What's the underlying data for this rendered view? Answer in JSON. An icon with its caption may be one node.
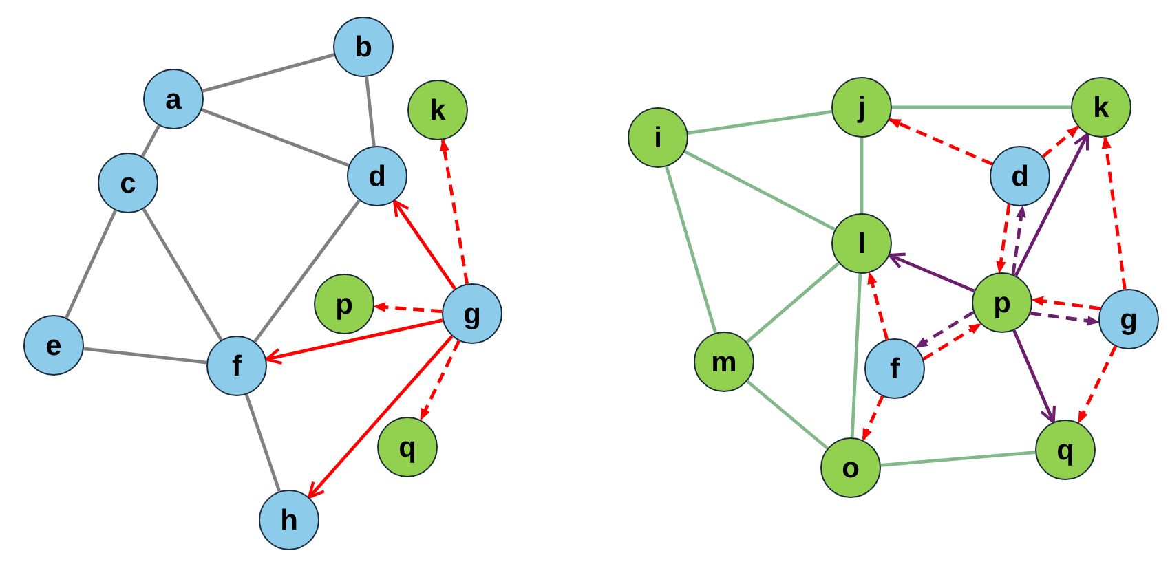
{
  "diagram": {
    "nodes": [
      {
        "text": [
          "b"
        ]
      },
      {
        "text": [
          "a"
        ]
      },
      {
        "text": [
          "k"
        ]
      },
      {
        "text": [
          "c"
        ]
      },
      {
        "text": [
          "d"
        ]
      },
      {
        "text": [
          "p"
        ]
      },
      {
        "text": [
          "g"
        ]
      },
      {
        "text": [
          "e"
        ]
      },
      {
        "text": [
          "f"
        ]
      },
      {
        "text": [
          "q"
        ]
      },
      {
        "text": [
          "h"
        ]
      },
      {
        "text": [
          "j"
        ]
      },
      {
        "text": [
          "k"
        ]
      },
      {
        "text": [
          "i"
        ]
      },
      {
        "text": [
          "d"
        ]
      },
      {
        "text": [
          "l"
        ]
      },
      {
        "text": [
          "p"
        ]
      },
      {
        "text": [
          "g"
        ]
      },
      {
        "text": [
          "m"
        ]
      },
      {
        "text": [
          "f"
        ]
      },
      {
        "text": [
          "q"
        ]
      },
      {
        "text": [
          "o"
        ]
      }
    ],
    "edges": [
      {
        "from": 1,
        "to": 0,
        "arrow": "none",
        "color": "#808080"
      },
      {
        "from": 1,
        "to": 3,
        "arrow": "none",
        "color": "#808080"
      },
      {
        "from": 1,
        "to": 4,
        "arrow": "none",
        "color": "#808080"
      },
      {
        "from": 0,
        "to": 4,
        "arrow": "none",
        "color": "#808080"
      },
      {
        "from": 3,
        "to": 7,
        "arrow": "none",
        "color": "#808080"
      },
      {
        "from": 3,
        "to": 8,
        "arrow": "none",
        "color": "#808080"
      },
      {
        "from": 7,
        "to": 8,
        "arrow": "none",
        "color": "#808080"
      },
      {
        "from": 4,
        "to": 8,
        "arrow": "none",
        "color": "#808080"
      },
      {
        "from": 8,
        "to": 10,
        "arrow": "none",
        "color": "#808080"
      },
      {
        "from": 6,
        "to": 4,
        "arrow": "to",
        "color": "#ff0000"
      },
      {
        "from": 6,
        "to": 8,
        "arrow": "to",
        "color": "#ff0000"
      },
      {
        "from": 6,
        "to": 10,
        "arrow": "to",
        "color": "#ff0000"
      },
      {
        "from": 6,
        "to": 2,
        "arrow": "to",
        "style": "dashed",
        "color": "#ff0000"
      },
      {
        "from": 6,
        "to": 5,
        "arrow": "to",
        "style": "dashed",
        "color": "#ff0000"
      },
      {
        "from": 6,
        "to": 9,
        "arrow": "to",
        "style": "dashed",
        "color": "#ff0000"
      },
      {
        "from": 13,
        "to": 11,
        "arrow": "none",
        "color": "#82b88a"
      },
      {
        "from": 13,
        "to": 15,
        "arrow": "none",
        "color": "#82b88a"
      },
      {
        "from": 13,
        "to": 18,
        "arrow": "none",
        "color": "#82b88a"
      },
      {
        "from": 11,
        "to": 12,
        "arrow": "none",
        "color": "#82b88a"
      },
      {
        "from": 11,
        "to": 15,
        "arrow": "none",
        "color": "#82b88a"
      },
      {
        "from": 15,
        "to": 18,
        "arrow": "none",
        "color": "#82b88a"
      },
      {
        "from": 15,
        "to": 21,
        "arrow": "none",
        "color": "#82b88a"
      },
      {
        "from": 18,
        "to": 21,
        "arrow": "none",
        "color": "#82b88a"
      },
      {
        "from": 21,
        "to": 20,
        "arrow": "none",
        "color": "#82b88a"
      },
      {
        "from": 14,
        "to": 11,
        "arrow": "to",
        "style": "dashed",
        "color": "#ff0000"
      },
      {
        "from": 14,
        "to": 12,
        "arrow": "to",
        "style": "dashed",
        "color": "#ff0000"
      },
      {
        "from": 14,
        "to": 16,
        "arrow": "to",
        "style": "dashed",
        "color": "#ff0000"
      },
      {
        "from": 19,
        "to": 16,
        "arrow": "to",
        "style": "dashed",
        "color": "#ff0000"
      },
      {
        "from": 19,
        "to": 15,
        "arrow": "to",
        "style": "dashed",
        "color": "#ff0000"
      },
      {
        "from": 19,
        "to": 21,
        "arrow": "to",
        "style": "dashed",
        "color": "#ff0000"
      },
      {
        "from": 17,
        "to": 16,
        "arrow": "to",
        "style": "dashed",
        "color": "#ff0000"
      },
      {
        "from": 17,
        "to": 12,
        "arrow": "to",
        "style": "dashed",
        "color": "#ff0000"
      },
      {
        "from": 17,
        "to": 20,
        "arrow": "to",
        "style": "dashed",
        "color": "#ff0000"
      },
      {
        "from": 16,
        "to": 12,
        "arrow": "to",
        "color": "#6c1f6e"
      },
      {
        "from": 16,
        "to": 15,
        "arrow": "to",
        "color": "#6c1f6e"
      },
      {
        "from": 16,
        "to": 20,
        "arrow": "to",
        "color": "#6c1f6e"
      },
      {
        "from": 16,
        "to": 14,
        "arrow": "to",
        "style": "dashed",
        "color": "#6c1f6e"
      },
      {
        "from": 16,
        "to": 17,
        "arrow": "to",
        "style": "dashed",
        "color": "#6c1f6e"
      },
      {
        "from": 16,
        "to": 19,
        "arrow": "to",
        "style": "dashed",
        "color": "#6c1f6e"
      }
    ]
  }
}
